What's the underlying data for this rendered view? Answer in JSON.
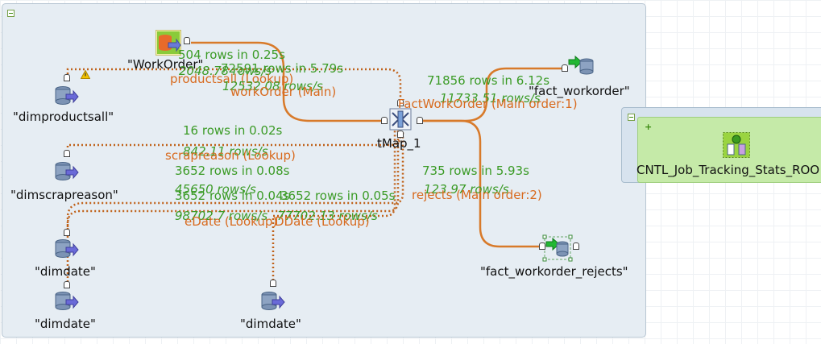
{
  "job": {
    "components": {
      "workorder": "\"WorkOrder\"",
      "dimproductsall": "\"dimproductsall\"",
      "dimscrapreason": "\"dimscrapreason\"",
      "dimdate1": "\"dimdate\"",
      "dimdate2": "\"dimdate\"",
      "dimdate3": "\"dimdate\"",
      "tmap": "tMap_1",
      "fact_workorder": "\"fact_workorder\"",
      "fact_workorder_rejects": "\"fact_workorder_rejects\"",
      "cntl": "CNTL_Job_Tracking_Stats_ROO"
    },
    "links": {
      "main_stats": "504 rows in 0.25s",
      "main_rate": "2048.78 rows/s",
      "product_stats": "72591 rows in 5.79s",
      "product_rate": "12532.08 rows/s",
      "product_label": "productsall (Lookup)",
      "main_label": "workOrder (Main)",
      "scrap_stats": "16 rows in 0.02s",
      "scrap_rate": "842.11 rows/s",
      "scrap_label": "scrapreason (Lookup)",
      "sdate_stats": "3652 rows in 0.08s",
      "sdate_rate": "45650 rows/s",
      "edate_stats": "3652 rows in 0.04s",
      "edate_rate": "98702.7 rows/s",
      "edate_label": "eDate (Lookup)",
      "ddate_stats": "3652 rows in 0.05s",
      "ddate_rate": "77702.13 rows/s",
      "ddate_label": "DDate (Lookup)",
      "fact_stats": "71856 rows in 6.12s",
      "fact_rate": "11733.51 rows/s",
      "fact_label": "FactWorkOrder (Main order:1)",
      "rejects_stats": "735 rows in 5.93s",
      "rejects_rate": "123.97 rows/s",
      "rejects_label": "rejects (Main order:2)"
    },
    "colors": {
      "main_link": "#d87a2a",
      "lookup_link": "#c0621a",
      "stats": "#3b9b26",
      "label": "#d86a1e"
    }
  }
}
